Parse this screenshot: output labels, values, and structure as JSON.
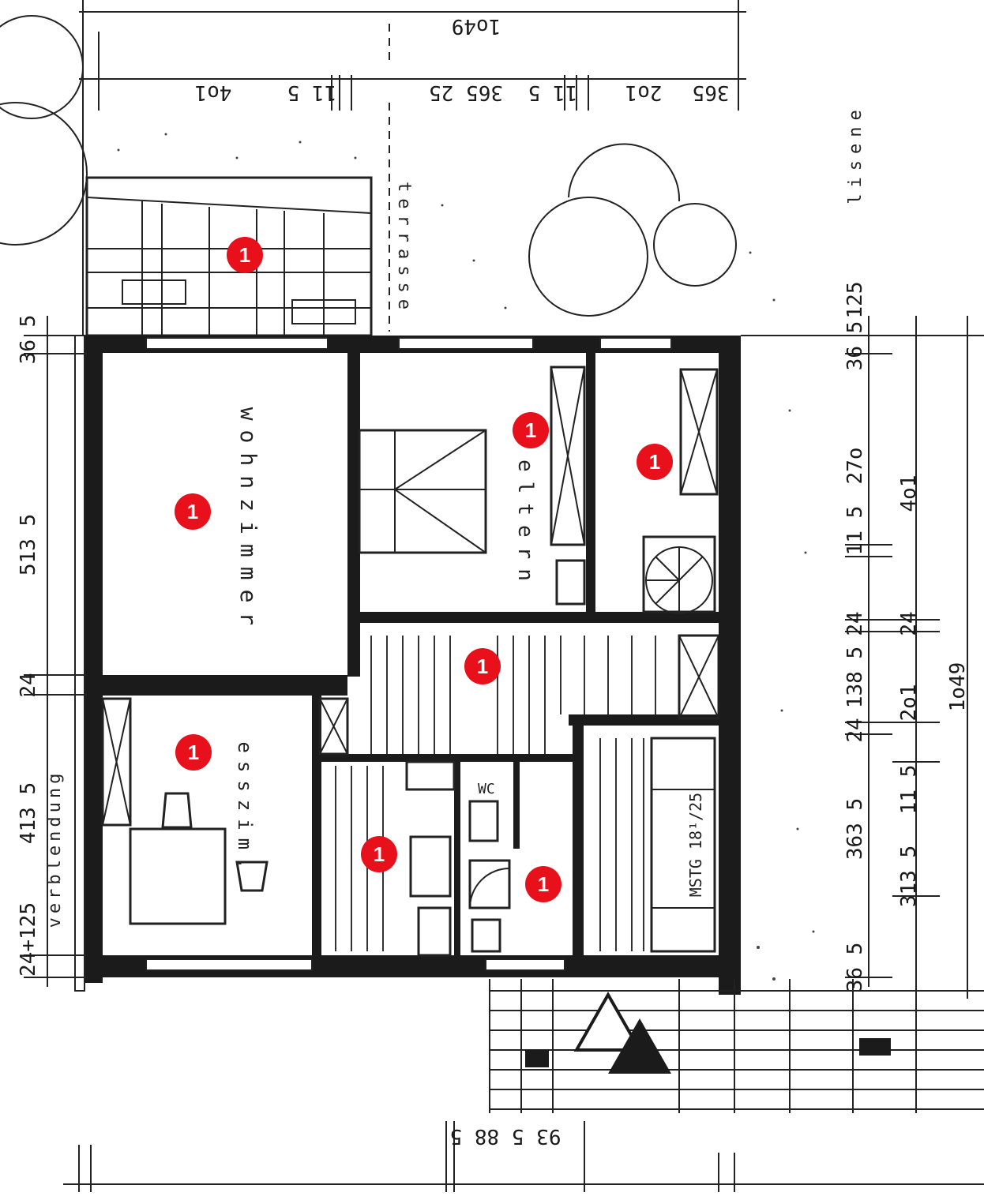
{
  "colors": {
    "marker": "#e8101a",
    "ink": "#1b1b1b",
    "paper": "#ffffff"
  },
  "rooms": {
    "wohnzimmer": "wohnzimmer",
    "eltern": "eltern",
    "esszim": "esszim.",
    "terrasse": "terrasse",
    "lisene": "lisene",
    "verblendung": "verblendung",
    "wc": "WC",
    "stair": "MSTG 18¹/25"
  },
  "markers": [
    {
      "id": "terrace",
      "label": "1"
    },
    {
      "id": "wohnzimmer",
      "label": "1"
    },
    {
      "id": "eltern",
      "label": "1"
    },
    {
      "id": "room-ne",
      "label": "1"
    },
    {
      "id": "hall",
      "label": "1"
    },
    {
      "id": "esszim",
      "label": "1"
    },
    {
      "id": "kitchen",
      "label": "1"
    },
    {
      "id": "bath",
      "label": "1"
    }
  ],
  "dimensions": {
    "top_total": "1o49",
    "top_segments": [
      "4o1",
      "11 5",
      "365 25",
      "11 5",
      "2o1",
      "365"
    ],
    "bottom": "93 5 88 5",
    "left": [
      "36 5",
      "513 5",
      "24",
      "413 5",
      "24+125"
    ],
    "right_inner": [
      "36 5",
      "125",
      "36 5",
      "27o",
      "11 5",
      "24",
      "138 5",
      "24",
      "11 5",
      "363 5",
      "313 5",
      "36 5"
    ],
    "right_mid": [
      "4o1",
      "24",
      "2o1"
    ],
    "right_total": "1o49"
  }
}
